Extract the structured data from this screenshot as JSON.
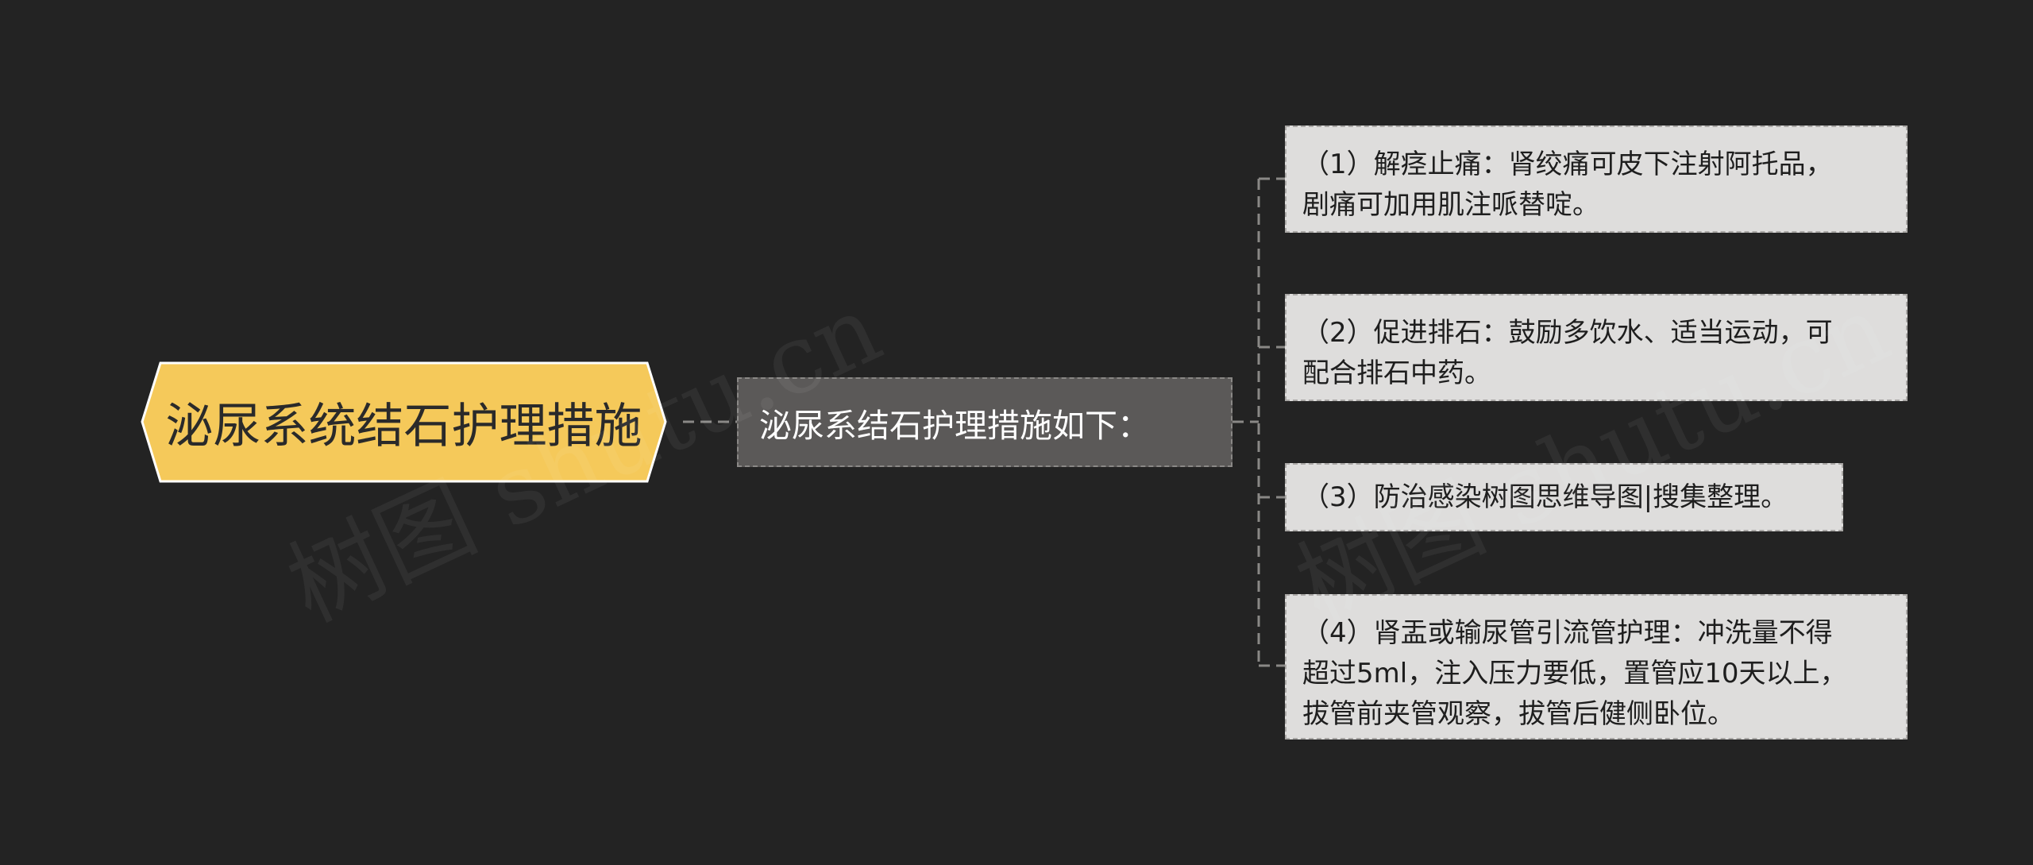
{
  "colors": {
    "background": "#232323",
    "root_fill": "#f5c95a",
    "root_stroke": "#ffffff",
    "mid_fill": "#5b5958",
    "leaf_fill": "#dedddc",
    "connector": "#8a8886"
  },
  "root": {
    "label": "泌尿系统结石护理措施"
  },
  "mid": {
    "label": "泌尿系结石护理措施如下："
  },
  "leaves": [
    {
      "lines": [
        "（1）解痉止痛：肾绞痛可皮下注射阿托品，",
        "剧痛可加用肌注哌替啶。"
      ]
    },
    {
      "lines": [
        "（2）促进排石：鼓励多饮水、适当运动，可",
        "配合排石中药。"
      ]
    },
    {
      "lines": [
        "（3）防治感染树图思维导图|搜集整理。"
      ]
    },
    {
      "lines": [
        "（4）肾盂或输尿管引流管护理：冲洗量不得",
        "超过5ml，注入压力要低，置管应10天以上，",
        "拔管前夹管观察，拔管后健侧卧位。"
      ]
    }
  ],
  "watermarks": [
    "树图 shutu.cn",
    "树图 shutu.cn"
  ]
}
